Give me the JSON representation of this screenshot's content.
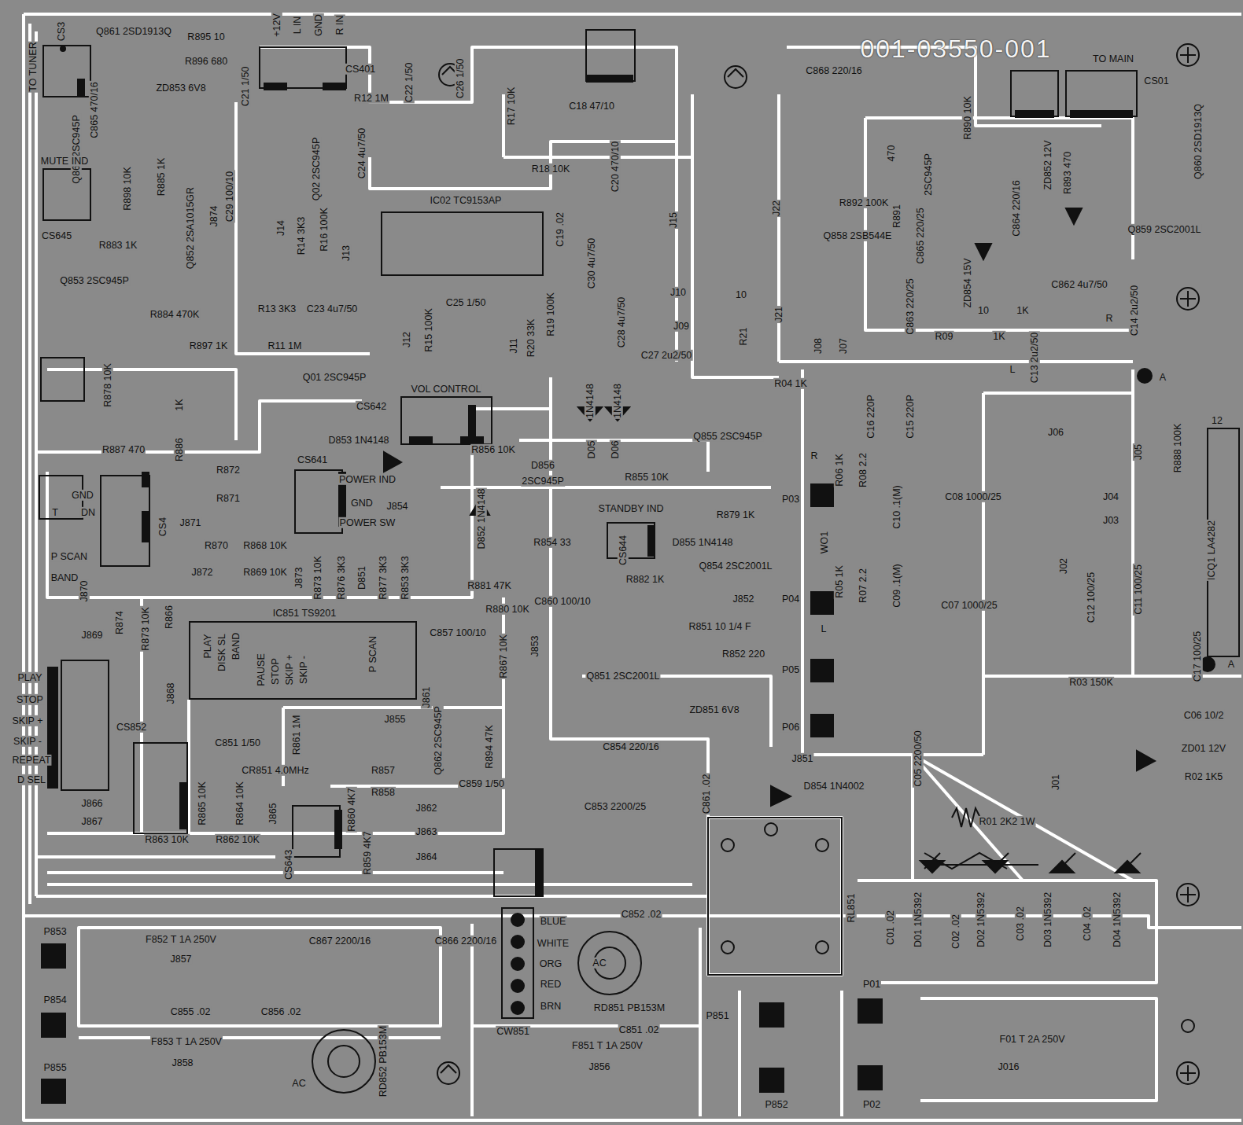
{
  "diagram": {
    "nodes": [
      {
        "text": [
          "IC851 TS9201",
          "PLAY",
          "DISK SL",
          "BAND",
          "PAUSE",
          "STOP",
          "SKIP +",
          "SKIP -",
          "P SCAN"
        ]
      }
    ],
    "labels": [
      "CS3",
      "TO TUNER",
      "Q861 2SD1913Q",
      "R895 10",
      "R896 680",
      "ZD853 6V8",
      "C865 470/16",
      "Q862 2SC945P",
      "MUTE IND",
      "CS645",
      "R898 10K",
      "R885 1K",
      "Q852 2SA1015GR",
      "J874",
      "R883 1K",
      "Q853 2SC945P",
      "R884 470K",
      "R878 10K",
      "R897 1K",
      "1K",
      "R886",
      "+12V",
      "L IN",
      "GND",
      "R IN",
      "CS401",
      "R12 1M",
      "C21 1/50",
      "C29 100/10",
      "C22 1/50",
      "C26 1/50",
      "Q02 2SC945P",
      "C24 4u7/50",
      "R16 100K",
      "R14 3K3",
      "J14",
      "J13",
      "IC02 TC9153AP",
      "R17 10K",
      "C18 47/10",
      "R18 10K",
      "C20 470/10",
      "C19 .02",
      "C30 4u7/50",
      "J15",
      "R13 3K3",
      "C23 4u7/50",
      "R11 1M",
      "Q01 2SC945P",
      "J12",
      "R15 100K",
      "C25 1/50",
      "J11",
      "R20 33K",
      "R19 100K",
      "C28 4u7/50",
      "C27 2u2/50",
      "J10",
      "J09",
      "10",
      "R21",
      "J21",
      "1N4148",
      "1N4148",
      "D05",
      "D06",
      "VOL CONTROL",
      "CS642",
      "D853 1N4148",
      "R856 10K",
      "D856",
      "2SC945P",
      "Q855 2SC945P",
      "R855 10K",
      "R04 1K",
      "J08",
      "J07",
      "J22",
      "C868 220/16",
      "001-03550-001",
      "TO MAIN",
      "CS01",
      "R890 10K",
      "470",
      "2SC945P",
      "R892 100K",
      "R891",
      "Q858 2SB544E",
      "C865 220/25",
      "C864 220/16",
      "ZD852 12V",
      "R893 470",
      "Q860 2SD1913Q",
      "Q859 2SC2001L",
      "ZD854 15V",
      "C862 4u7/50",
      "C863 220/25",
      "10",
      "1K",
      "R09",
      "1K",
      "C14 2u2/50",
      "C13 2u2/50",
      "L",
      "R",
      "A",
      "R888 100K",
      "12",
      "C16 220P",
      "C15 220P",
      "R",
      "R06 1K",
      "R08 2.2",
      "C10 .1(M)",
      "C08 1000/25",
      "J06",
      "J05",
      "J04",
      "J03",
      "J02",
      "C12 100/25",
      "C11 100/25",
      "ICQ1 LA4282",
      "C17 100/25",
      "A",
      "P03",
      "WO1",
      "R05 1K",
      "R07 2.2",
      "C09 .1(M)",
      "C07 1000/25",
      "P04",
      "L",
      "P05",
      "P06",
      "R03 150K",
      "C06 10/2",
      "ZD01 12V",
      "R02 1K5",
      "J01",
      "C05 2200/50",
      "J851",
      "D854 1N4002",
      "C861 .02",
      "R01 2K2 1W",
      "RL851",
      "C01 .02",
      "D01 1N5392",
      "C02 .02",
      "D02 1N5392",
      "C03 .02",
      "D03 1N5392",
      "C04 .02",
      "D04 1N5392",
      "P01",
      "P02",
      "F01 T 2A 250V",
      "J016",
      "P851",
      "P852",
      "R887 470",
      "GND",
      "T",
      "DN",
      "P SCAN",
      "BAND",
      "CS4",
      "R872",
      "R871",
      "J871",
      "R870",
      "R868 10K",
      "J872",
      "R869 10K",
      "J870",
      "R874",
      "R873 10K",
      "R866",
      "J869",
      "CS641",
      "POWER IND",
      "GND",
      "J854",
      "POWER SW",
      "D852 1N4148",
      "J873",
      "R873 10K",
      "R876 3K3",
      "D851",
      "R877 3K3",
      "R853 3K3",
      "R854 33",
      "R881 47K",
      "R880 10K",
      "C860 100/10",
      "C857 100/10",
      "R867 10K",
      "J853",
      "CS644",
      "STANDBY IND",
      "R879 1K",
      "D855 1N4148",
      "R882 1K",
      "Q854 2SC2001L",
      "J852",
      "R851 10 1/4 F",
      "R852 220",
      "Q851 2SC2001L",
      "ZD851 6V8",
      "C854 220/16",
      "C853 2200/25",
      "PLAY",
      "STOP",
      "SKIP +",
      "SKIP -",
      "REPEAT",
      "D SEL",
      "CS852",
      "J868",
      "C851 1/50",
      "CR851 4.0MHz",
      "R861 1M",
      "J855",
      "J861",
      "Q862 2SC945P",
      "R894 47K",
      "C859 1/50",
      "R857",
      "R858",
      "J862",
      "J863",
      "J864",
      "R860 4K7",
      "R859 4K7",
      "CS643",
      "J865",
      "R865 10K",
      "R864 10K",
      "J866",
      "J867",
      "R863 10K",
      "R862 10K",
      "P853",
      "P854",
      "P855",
      "F852 T 1A 250V",
      "J857",
      "C855 .02",
      "C856 .02",
      "F853 T 1A 250V",
      "J858",
      "RD852 PB153M",
      "AC",
      "C867 2200/16",
      "C866 2200/16",
      "BLUE",
      "WHITE",
      "ORG",
      "RED",
      "BRN",
      "CW851",
      "C852 .02",
      "RD851 PB153M",
      "AC",
      "C851 .02",
      "F851 T 1A 250V",
      "J856"
    ]
  }
}
